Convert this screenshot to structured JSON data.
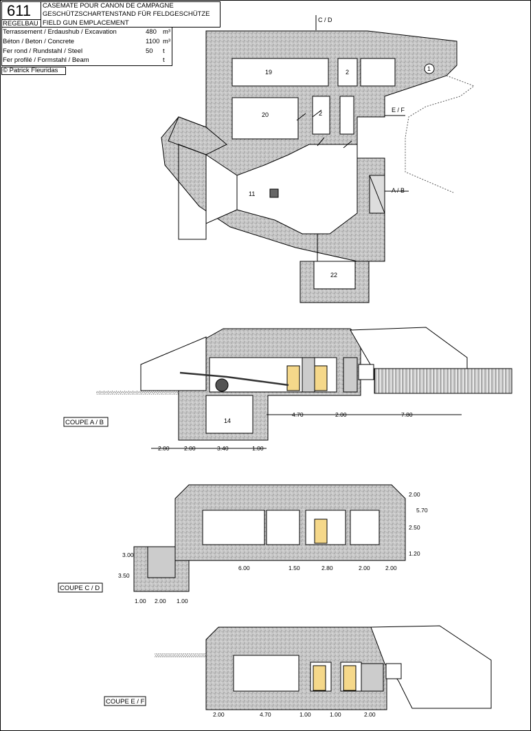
{
  "header": {
    "number": "611",
    "regelbau": "REGELBAU",
    "title_fr": "CASEMATE POUR CANON DE CAMPAGNE",
    "title_de": "GESCHÜTZSCHARTENSTAND FÜR FELDGESCHÜTZE",
    "title_en": "FIELD GUN EMPLACEMENT",
    "copyright": "© Patrick Fleuridas"
  },
  "materials": [
    {
      "label": "Terrassement / Erdaushub / Excavation",
      "value": "480",
      "unit": "m³"
    },
    {
      "label": "Béton / Beton / Concrete",
      "value": "1100",
      "unit": "m³"
    },
    {
      "label": "Fer rond / Rundstahl / Steel",
      "value": "50",
      "unit": "t"
    },
    {
      "label": "Fer profilé / Formstahl / Beam",
      "value": "",
      "unit": "t"
    }
  ],
  "plan": {
    "section_marks": {
      "cd": "C / D",
      "ef": "E / F",
      "ab": "A / B"
    },
    "rooms": {
      "r19": "19",
      "r20": "20",
      "r2a": "2",
      "r2b": "2",
      "r11": "11",
      "r22": "22",
      "r1": "1"
    }
  },
  "section_ab": {
    "caption": "COUPE A / B",
    "room": "14",
    "dims_top": [
      "4.70",
      "2.00",
      "7.80"
    ],
    "dims_bottom": [
      "2.00",
      "2.00",
      "3.40",
      "1.00"
    ]
  },
  "section_cd": {
    "caption": "COUPE C / D",
    "dims_bottom": [
      "6.00",
      "1.50",
      "2.80",
      "2.00",
      "2.00"
    ],
    "dims_right": [
      "2.00",
      "2.50",
      "1.20"
    ],
    "dim_total": "5.70",
    "dims_left": [
      "3.00",
      "3.50"
    ],
    "dims_pit": [
      "1.00",
      "2.00",
      "1.00"
    ]
  },
  "section_ef": {
    "caption": "COUPE E / F",
    "dims_bottom": [
      "2.00",
      "4.70",
      "1.00",
      "1.00",
      "2.00"
    ]
  }
}
